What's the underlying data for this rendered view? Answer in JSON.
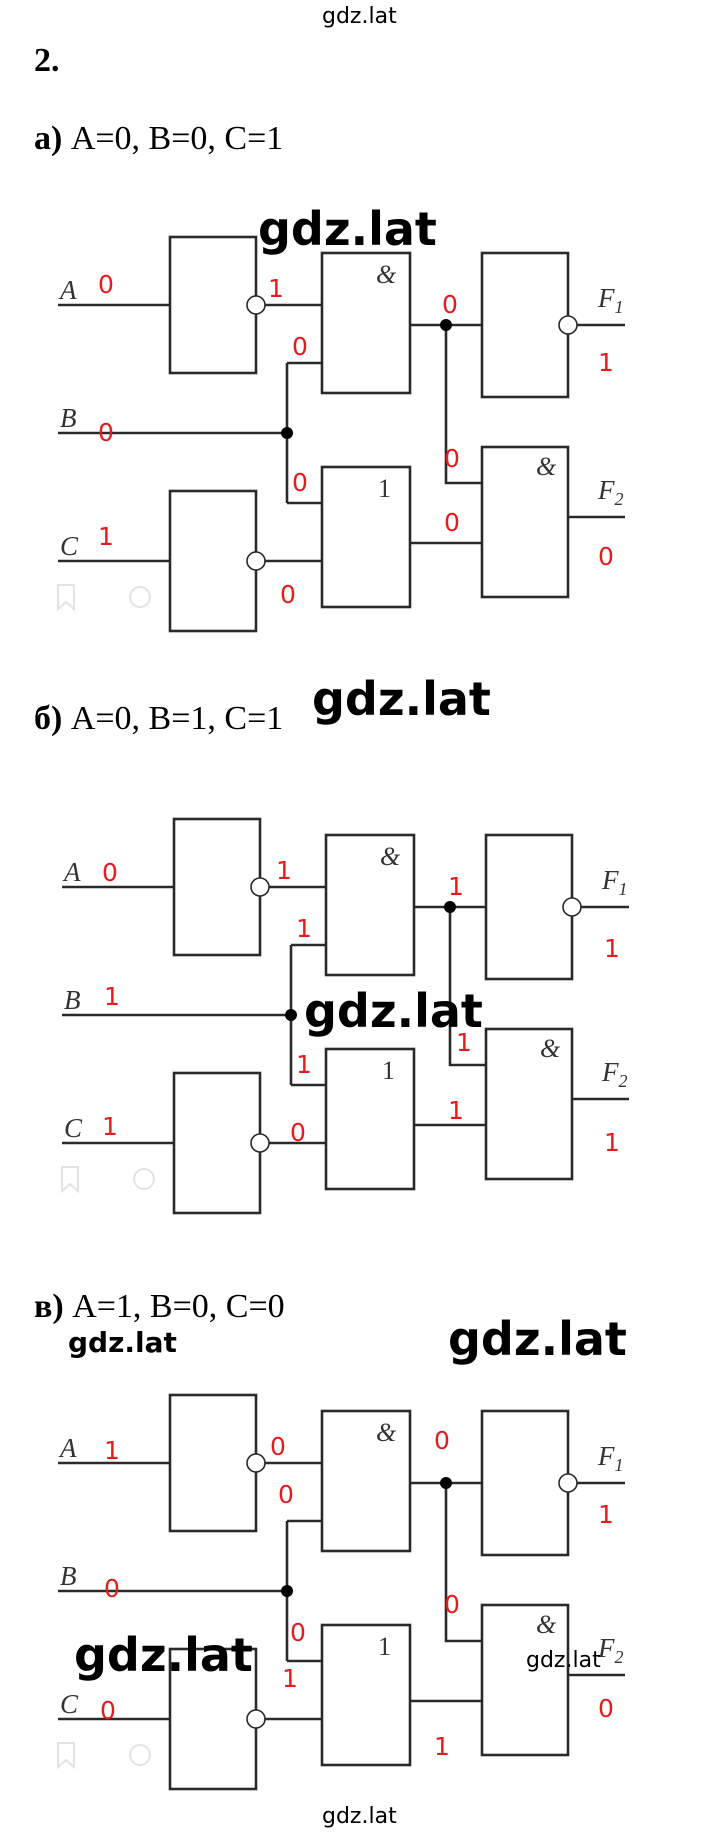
{
  "header": {
    "site": "gdz.lat"
  },
  "footer": {
    "site": "gdz.lat"
  },
  "task": {
    "number": "2."
  },
  "watermarks": [
    "gdz.lat",
    "gdz.lat",
    "gdz.lat",
    "gdz.lat",
    "gdz.lat",
    "gdz.lat",
    "gdz.lat"
  ],
  "diagram_labels": {
    "A": "A",
    "B": "B",
    "C": "C",
    "F": "F",
    "f1": "1",
    "f2": "2",
    "and_symbol": "&",
    "or_symbol": "1"
  },
  "cases": [
    {
      "letter": "а)",
      "text": "A=0, B=0, C=1",
      "values": {
        "a": "0",
        "notA": "1",
        "b1": "0",
        "b": "0",
        "b2": "0",
        "c": "1",
        "notC": "0",
        "and1": "0",
        "mid": "0",
        "or": "0",
        "f1": "1",
        "f2": "0"
      }
    },
    {
      "letter": "б)",
      "text": "A=0, B=1, C=1",
      "values": {
        "a": "0",
        "notA": "1",
        "b1": "1",
        "b": "1",
        "b2": "1",
        "c": "1",
        "notC": "0",
        "and1": "1",
        "mid": "1",
        "or": "1",
        "f1": "1",
        "f2": "1"
      }
    },
    {
      "letter": "в)",
      "text": "A=1, B=0, C=0",
      "values": {
        "a": "1",
        "notA": "0",
        "b1": "0",
        "b": "0",
        "b2": "0",
        "c": "0",
        "notC": "1",
        "and1": "0",
        "mid": "0",
        "or": "1",
        "f1": "1",
        "f2": "0"
      }
    }
  ]
}
